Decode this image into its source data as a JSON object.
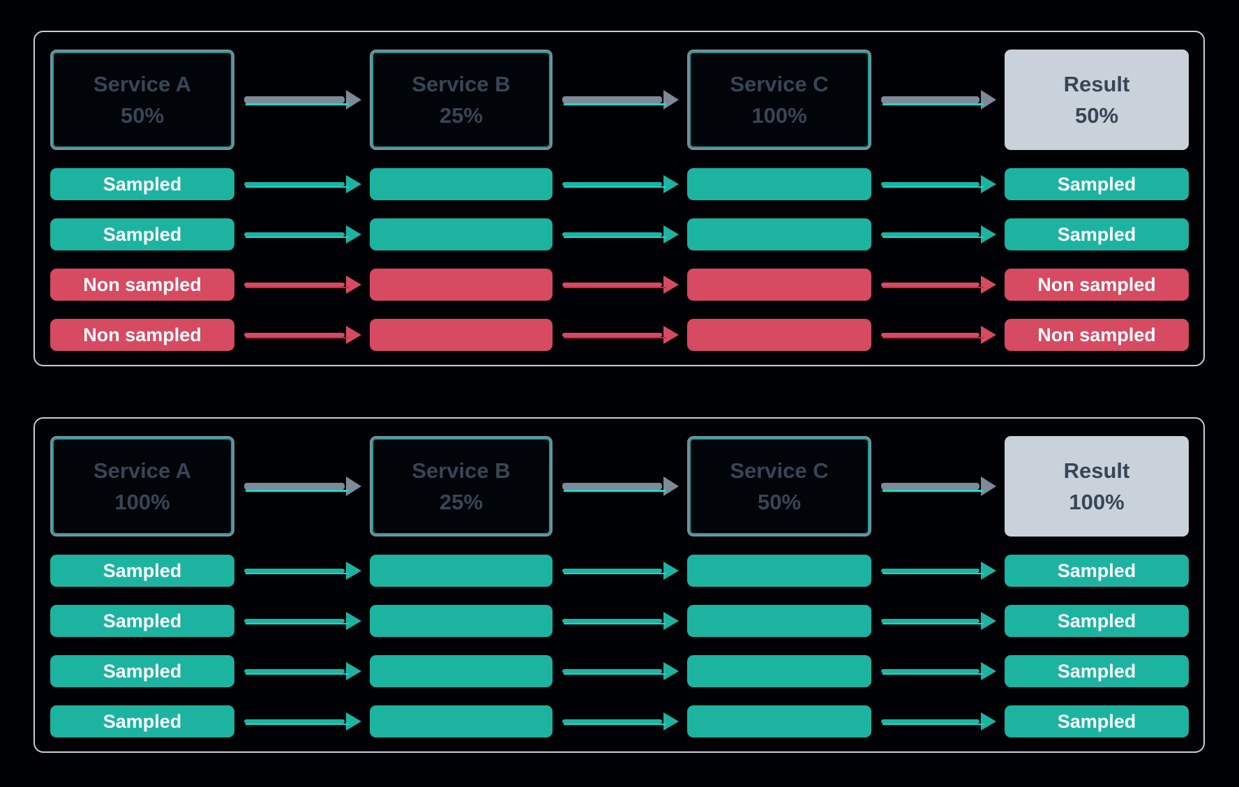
{
  "diagram_title": "trace-sampling-propagation-diagram",
  "colors": {
    "background": "#000104",
    "panel_border": "#c5cfd9",
    "service_box_border": "#7d8c9b",
    "service_box_fill": "#010408",
    "service_text": "#374656",
    "result_box_fill": "#c9d2db",
    "sampled_fill": "#1db3a1",
    "non_sampled_fill": "#d64a62",
    "bar_text": "#ffffff",
    "flow_arrow": "#7d8a98",
    "teal_trace_line": "#14dccd",
    "red_trace_line": "#ef1a3c"
  },
  "panels": [
    {
      "name": "scenario-50-percent-result",
      "services": [
        {
          "label": "Service A",
          "rate": "50%"
        },
        {
          "label": "Service B",
          "rate": "25%"
        },
        {
          "label": "Service C",
          "rate": "100%"
        },
        {
          "label": "Result",
          "rate": "50%"
        }
      ],
      "rows": [
        {
          "status": "sampled",
          "start_label": "Sampled",
          "end_label": "Sampled"
        },
        {
          "status": "sampled",
          "start_label": "Sampled",
          "end_label": "Sampled"
        },
        {
          "status": "non-sampled",
          "start_label": "Non sampled",
          "end_label": "Non sampled"
        },
        {
          "status": "non-sampled",
          "start_label": "Non sampled",
          "end_label": "Non sampled"
        }
      ]
    },
    {
      "name": "scenario-100-percent-result",
      "services": [
        {
          "label": "Service A",
          "rate": "100%"
        },
        {
          "label": "Service B",
          "rate": "25%"
        },
        {
          "label": "Service C",
          "rate": "50%"
        },
        {
          "label": "Result",
          "rate": "100%"
        }
      ],
      "rows": [
        {
          "status": "sampled",
          "start_label": "Sampled",
          "end_label": "Sampled"
        },
        {
          "status": "sampled",
          "start_label": "Sampled",
          "end_label": "Sampled"
        },
        {
          "status": "sampled",
          "start_label": "Sampled",
          "end_label": "Sampled"
        },
        {
          "status": "sampled",
          "start_label": "Sampled",
          "end_label": "Sampled"
        }
      ]
    }
  ]
}
